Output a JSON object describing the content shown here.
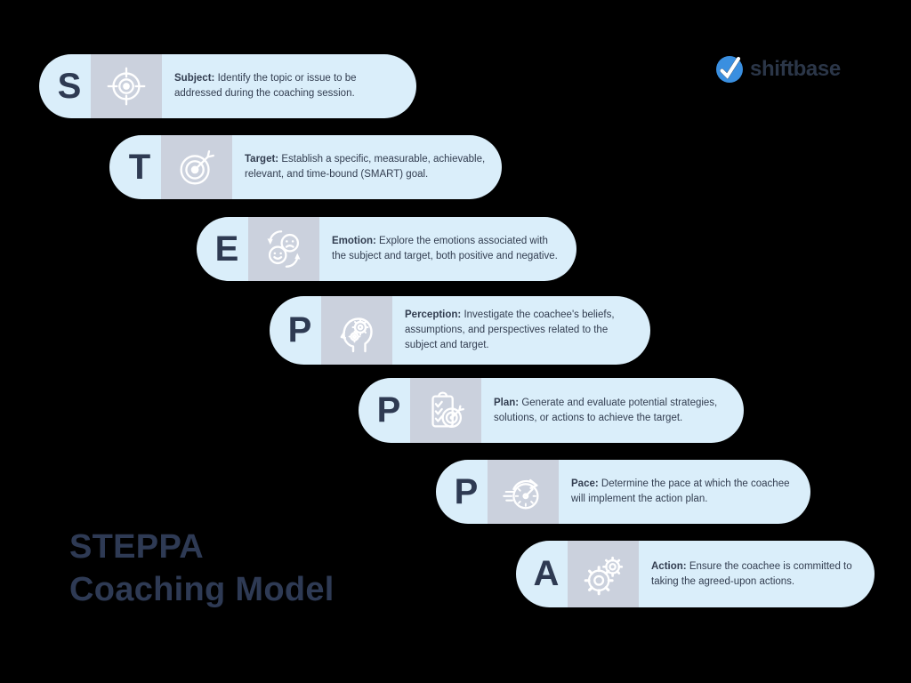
{
  "logo": {
    "text": "shiftbase",
    "icon": "shiftbase-check-icon",
    "icon_color": "#3A8FE0",
    "text_color": "#2B3648"
  },
  "title": {
    "line1": "STEPPA",
    "line2": "Coaching Model",
    "color": "#2E3A54"
  },
  "colors": {
    "background": "#000000",
    "pill_background": "#DAEEFA",
    "icon_box_background": "#CBD1DD",
    "letter_color": "#2E3A52",
    "description_color": "#323D50",
    "icon_stroke": "#FFFFFF"
  },
  "rows": [
    {
      "letter": "S",
      "label": "Subject:",
      "description": "Identify the topic or issue to be addressed during the coaching session.",
      "icon": "crosshair-target-icon"
    },
    {
      "letter": "T",
      "label": "Target:",
      "description": "Establish a specific, measurable, achievable, relevant, and time-bound (SMART) goal.",
      "icon": "bullseye-dart-icon"
    },
    {
      "letter": "E",
      "label": "Emotion:",
      "description": "Explore the emotions associated with the subject and target, both positive and negative.",
      "icon": "emotion-faces-icon"
    },
    {
      "letter": "P",
      "label": "Perception:",
      "description": "Investigate the coachee's beliefs, assumptions, and perspectives related to the subject and target.",
      "icon": "head-gears-icon"
    },
    {
      "letter": "P",
      "label": "Plan:",
      "description": "Generate and evaluate potential strategies, solutions, or actions to achieve the target.",
      "icon": "clipboard-target-icon"
    },
    {
      "letter": "P",
      "label": "Pace:",
      "description": "Determine the pace at which the coachee will implement the action plan.",
      "icon": "speedometer-icon"
    },
    {
      "letter": "A",
      "label": "Action:",
      "description": "Ensure the coachee is committed to taking the agreed-upon actions.",
      "icon": "gears-icon"
    }
  ]
}
